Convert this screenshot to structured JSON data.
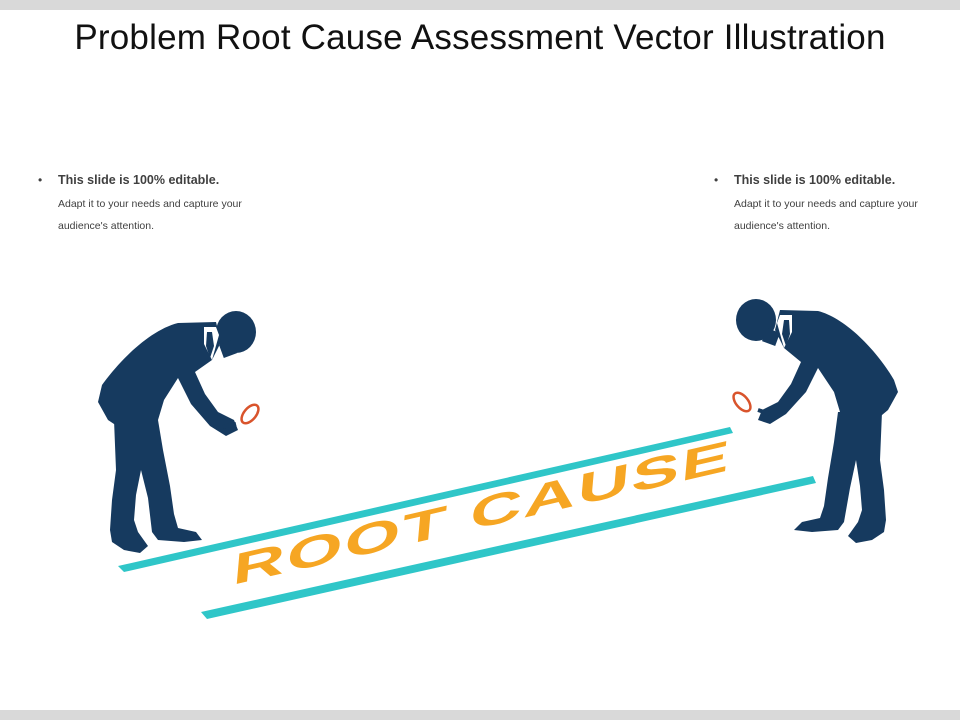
{
  "title": "Problem Root Cause Assessment Vector Illustration",
  "notes": [
    {
      "bullet": "•",
      "lead": "This slide is 100% editable.",
      "body": "Adapt it to your needs and capture your audience's attention."
    },
    {
      "bullet": "•",
      "lead": "This slide is 100% editable.",
      "body": "Adapt it to your needs and capture your audience's attention."
    }
  ],
  "illustration": {
    "label": "ROOT CAUSE",
    "colors": {
      "silhouette": "#163a5f",
      "stripe": "#2fc6c8",
      "label": "#f6a623",
      "magnifier": "#d9542c"
    },
    "icons": [
      "businessman-silhouette-icon",
      "magnifying-glass-icon"
    ]
  }
}
